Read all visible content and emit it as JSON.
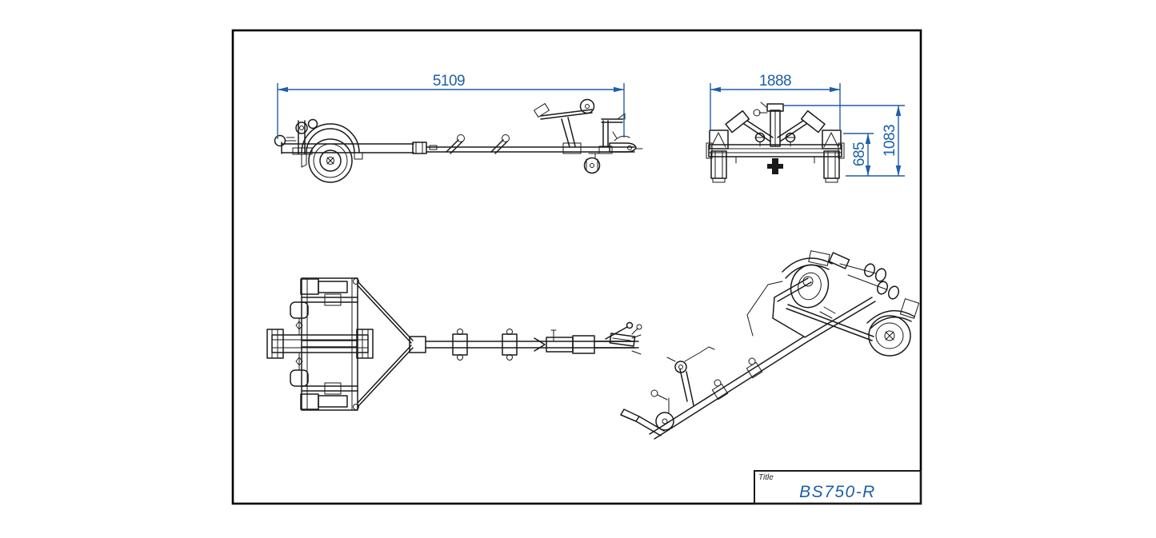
{
  "colors": {
    "dimension_accent": "#1e5fa8",
    "linework": "#1a1a1a",
    "sheet_border": "#000000",
    "background": "#ffffff"
  },
  "dimensions": {
    "overall_length": "5109",
    "overall_width": "1888",
    "height_to_frame": "685",
    "overall_height": "1083"
  },
  "title_block": {
    "label": "Title",
    "value": "BS750-R"
  }
}
